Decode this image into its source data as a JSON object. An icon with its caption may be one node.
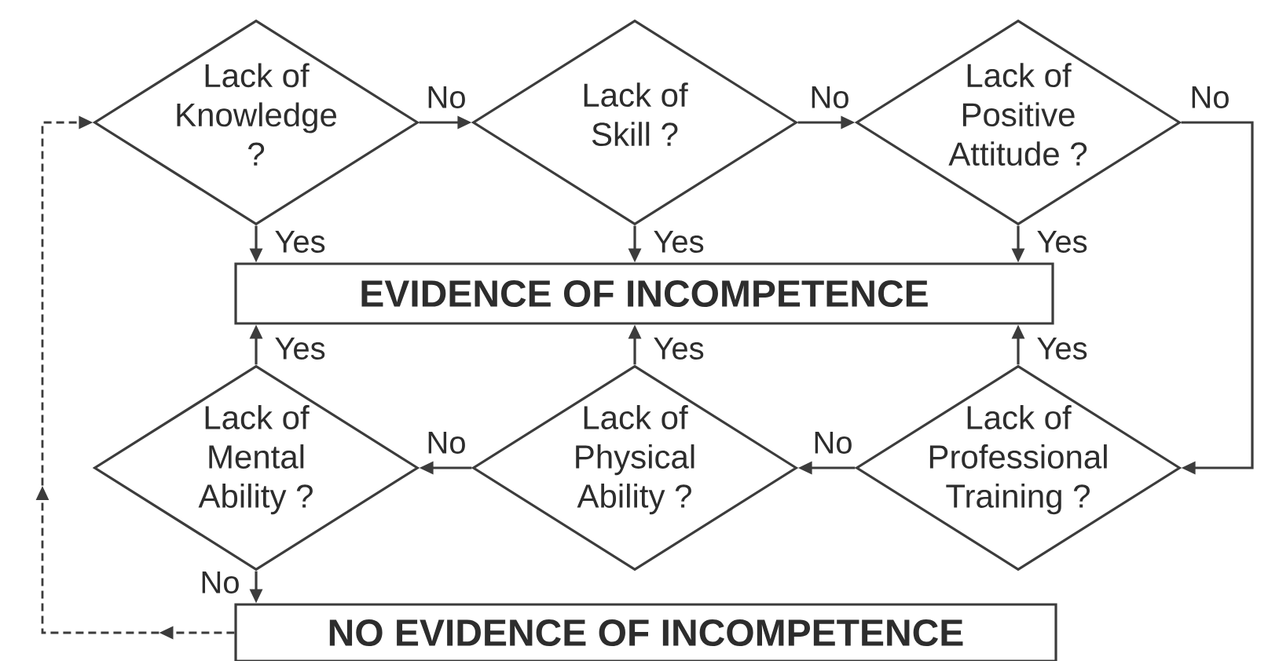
{
  "diagram": {
    "nodes": [
      {
        "text": [
          "Lack of Knowledge ?"
        ]
      },
      {
        "text": [
          "Lack of Skill ?"
        ]
      },
      {
        "text": [
          "Lack of Positive Attitude ?"
        ]
      },
      {
        "text": [
          "EVIDENCE OF INCOMPETENCE"
        ]
      },
      {
        "text": [
          "Lack of Mental Ability ?"
        ]
      },
      {
        "text": [
          "Lack of Physical Ability ?"
        ]
      },
      {
        "text": [
          "Lack of Professional Training ?"
        ]
      },
      {
        "text": [
          "NO EVIDENCE OF INCOMPETENCE"
        ]
      }
    ],
    "edges": [
      {
        "from": 0,
        "to": 1,
        "arrow": "to",
        "label": "No"
      },
      {
        "from": 1,
        "to": 2,
        "arrow": "to",
        "label": "No"
      },
      {
        "from": 2,
        "to": 6,
        "arrow": "to",
        "label": "No"
      },
      {
        "from": 0,
        "to": 3,
        "arrow": "to",
        "label": "Yes"
      },
      {
        "from": 1,
        "to": 3,
        "arrow": "to",
        "label": "Yes"
      },
      {
        "from": 2,
        "to": 3,
        "arrow": "to",
        "label": "Yes"
      },
      {
        "from": 4,
        "to": 3,
        "arrow": "to",
        "label": "Yes"
      },
      {
        "from": 5,
        "to": 3,
        "arrow": "to",
        "label": "Yes"
      },
      {
        "from": 6,
        "to": 3,
        "arrow": "to",
        "label": "Yes"
      },
      {
        "from": 6,
        "to": 5,
        "arrow": "to",
        "label": "No"
      },
      {
        "from": 5,
        "to": 4,
        "arrow": "to",
        "label": "No"
      },
      {
        "from": 4,
        "to": 7,
        "arrow": "to",
        "label": "No"
      },
      {
        "from": 7,
        "to": 0,
        "arrow": "to",
        "style": "dashed"
      }
    ]
  }
}
